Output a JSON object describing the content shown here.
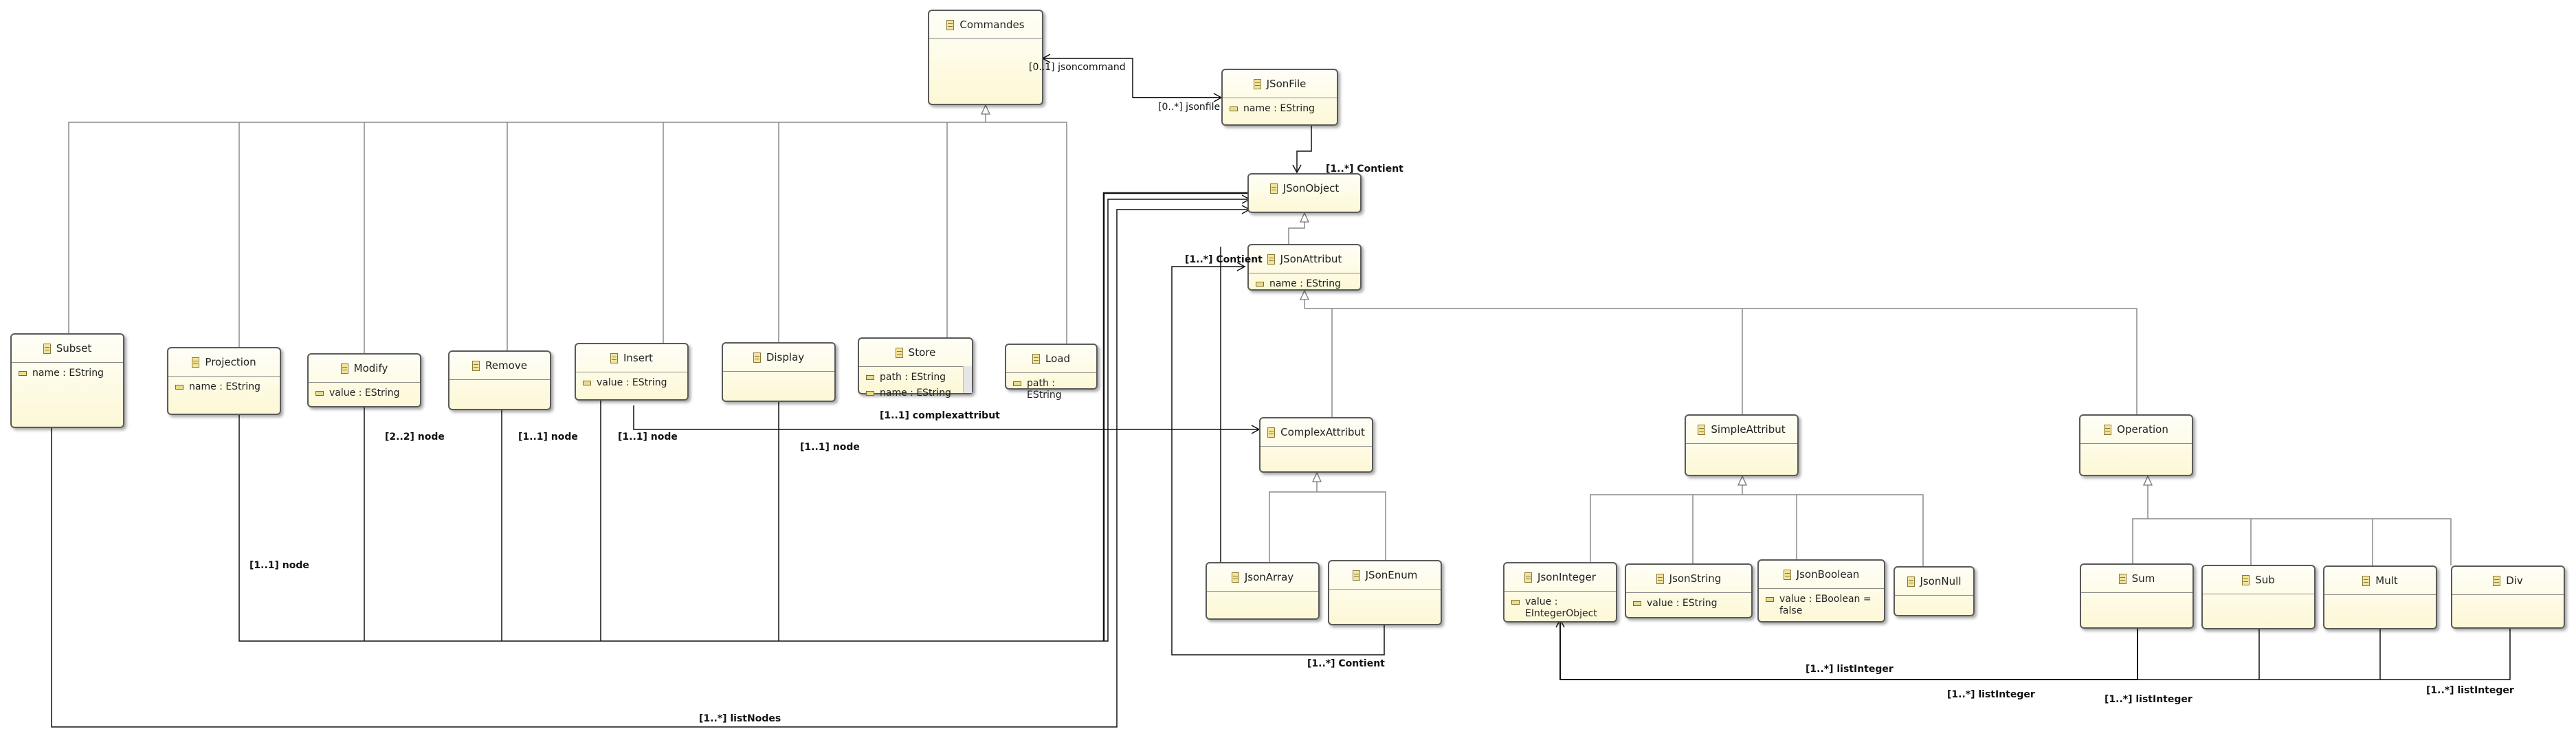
{
  "classes": {
    "commandes": {
      "name": "Commandes"
    },
    "jsonfile": {
      "name": "JSonFile",
      "attr0": "name : EString"
    },
    "jsonobject": {
      "name": "JSonObject"
    },
    "jsonattribut": {
      "name": "JSonAttribut",
      "attr0": "name : EString"
    },
    "subset": {
      "name": "Subset",
      "attr0": "name : EString"
    },
    "projection": {
      "name": "Projection",
      "attr0": "name : EString"
    },
    "modify": {
      "name": "Modify",
      "attr0": "value : EString"
    },
    "remove": {
      "name": "Remove"
    },
    "insert": {
      "name": "Insert",
      "attr0": "value : EString"
    },
    "display": {
      "name": "Display"
    },
    "store": {
      "name": "Store",
      "attr0": "path : EString",
      "attr1": "name : EString"
    },
    "load": {
      "name": "Load",
      "attr0": "path : EString"
    },
    "complexattribut": {
      "name": "ComplexAttribut"
    },
    "simpleattribut": {
      "name": "SimpleAttribut"
    },
    "operation": {
      "name": "Operation"
    },
    "jsonarray": {
      "name": "JsonArray"
    },
    "jsonenum": {
      "name": "JSonEnum"
    },
    "jsoninteger": {
      "name": "JsonInteger",
      "attr0": "value : EIntegerObject"
    },
    "jsonstring": {
      "name": "JsonString",
      "attr0": "value : EString"
    },
    "jsonboolean": {
      "name": "JsonBoolean",
      "attr0": "value : EBoolean = false"
    },
    "jsonnull": {
      "name": "JsonNull"
    },
    "sum": {
      "name": "Sum"
    },
    "sub": {
      "name": "Sub"
    },
    "mult": {
      "name": "Mult"
    },
    "div": {
      "name": "Div"
    }
  },
  "labels": {
    "jsoncommand": "[0..1] jsoncommand",
    "jsonfile": "[0..*] jsonfile",
    "contient_obj": "[1..*] Contient",
    "contient_attr": "[1..*] Contient",
    "complexattribut": "[1..1] complexattribut",
    "node_modify": "[2..2] node",
    "node_remove": "[1..1] node",
    "node_insert": "[1..1] node",
    "node_display": "[1..1] node",
    "node_projection": "[1..1] node",
    "contient_enum": "[1..*] Contient",
    "listinteger_main": "[1..*] listInteger",
    "listinteger_sum": "[1..*] listInteger",
    "listinteger_sub": "[1..*] listInteger",
    "listinteger_div": "[1..*] listInteger",
    "listnodes": "[1..*] listNodes"
  }
}
